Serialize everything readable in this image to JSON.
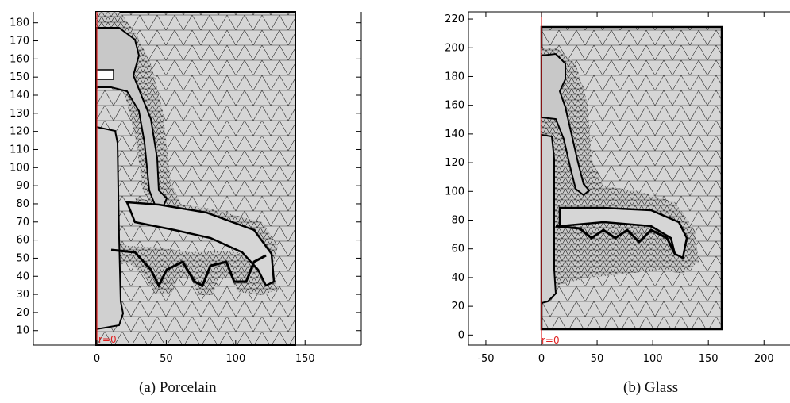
{
  "panels": [
    {
      "caption": "(a)   Porcelain",
      "axis_label": "r=0",
      "material": "Porcelain",
      "x_ticks": [
        0,
        50,
        100,
        150
      ],
      "y_ticks": [
        10,
        20,
        30,
        40,
        50,
        60,
        70,
        80,
        90,
        100,
        110,
        120,
        130,
        140,
        150,
        160,
        170,
        180
      ],
      "xlim": [
        -50,
        190
      ],
      "ylim": [
        2,
        186
      ]
    },
    {
      "caption": "(b) Glass",
      "axis_label": "r=0",
      "material": "Glass",
      "x_ticks": [
        -50,
        0,
        50,
        100,
        150,
        200
      ],
      "y_ticks": [
        0,
        20,
        40,
        60,
        80,
        100,
        120,
        140,
        160,
        180,
        200,
        220
      ],
      "xlim": [
        -68,
        220
      ],
      "ylim": [
        -7,
        225
      ]
    }
  ],
  "colors": {
    "mesh_fill": "#d6d6d6",
    "mesh_line": "#1a1a1a",
    "symmetry_axis": "#e02020",
    "background": "#ffffff"
  }
}
